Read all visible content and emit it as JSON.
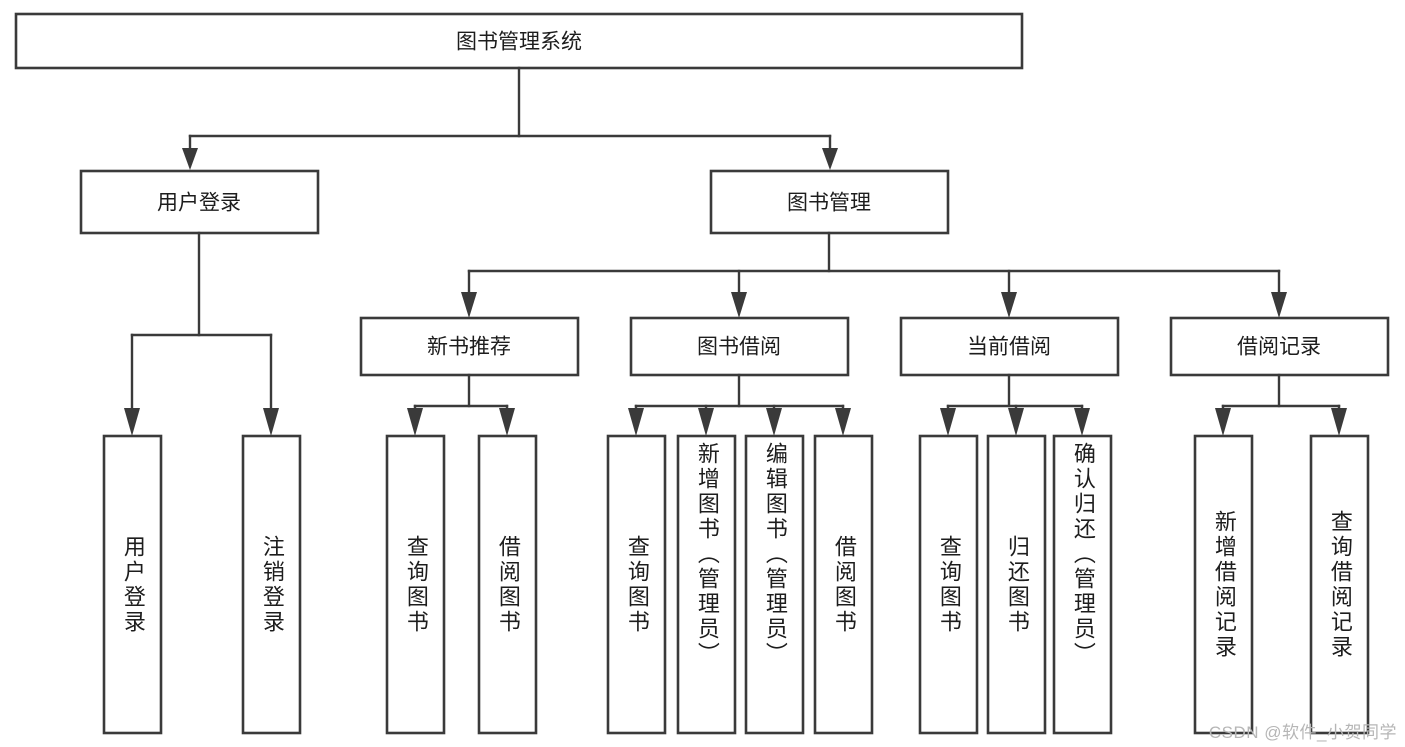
{
  "diagram": {
    "title": "图书管理系统",
    "type": "hierarchy-tree",
    "watermark": "CSDN @软件_小贺同学",
    "root": {
      "label": "图书管理系统"
    },
    "level2": [
      {
        "label": "用户登录"
      },
      {
        "label": "图书管理"
      }
    ],
    "level3": [
      {
        "label": "新书推荐"
      },
      {
        "label": "图书借阅"
      },
      {
        "label": "当前借阅"
      },
      {
        "label": "借阅记录"
      }
    ],
    "leaves": {
      "user_login": [
        {
          "label": "用户登录"
        },
        {
          "label": "注销登录"
        }
      ],
      "new_book_recommend": [
        {
          "label": "查询图书"
        },
        {
          "label": "借阅图书"
        }
      ],
      "book_borrow": [
        {
          "label": "查询图书"
        },
        {
          "label": "新增图书（管理员）"
        },
        {
          "label": "编辑图书（管理员）"
        },
        {
          "label": "借阅图书"
        }
      ],
      "current_borrow": [
        {
          "label": "查询图书"
        },
        {
          "label": "归还图书"
        },
        {
          "label": "确认归还（管理员）"
        }
      ],
      "borrow_record": [
        {
          "label": "新增借阅记录"
        },
        {
          "label": "查询借阅记录"
        }
      ]
    },
    "colors": {
      "stroke": "#3a3a3a",
      "fill": "#ffffff",
      "text": "#1d1d1d",
      "watermark": "#b6b6b6"
    }
  }
}
